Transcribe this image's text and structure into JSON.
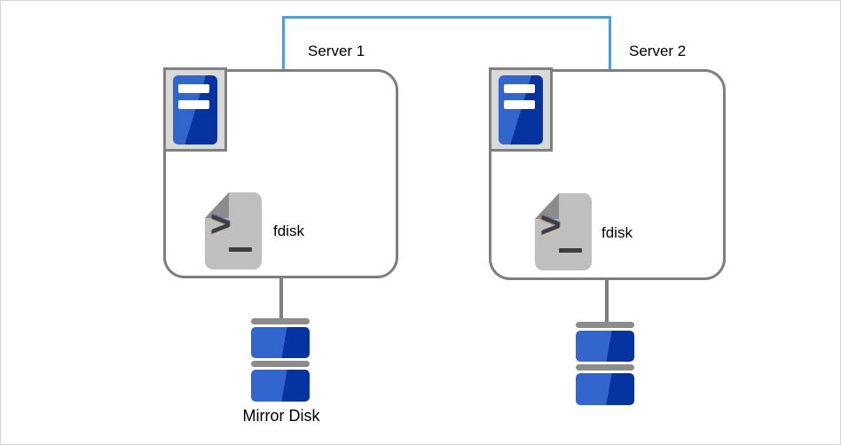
{
  "diagram": {
    "servers": [
      {
        "label": "Server 1",
        "tool_label": "fdisk"
      },
      {
        "label": "Server 2",
        "tool_label": "fdisk"
      }
    ],
    "mirror_disk_label": "Mirror Disk",
    "icons": {
      "terminal_prompt_glyph": ">",
      "server_icon": "server-tower-icon",
      "tool_icon": "terminal-file-icon",
      "disk_icon": "disk-stack-icon"
    }
  },
  "colors": {
    "connector-blue": "#5b9bd5",
    "box-border": "#7f7f7f",
    "frame-bg": "#d9d9d9",
    "frame-border": "#808080",
    "blue-light": "#3366cc",
    "blue-dark": "#0533a0",
    "doc-gray": "#bfbfbf",
    "fold-gray": "#8c8c8c",
    "bar-gray": "#8c8c8c",
    "prompt-dark": "#3e3e3e",
    "canvas-border": "#d5d5d5",
    "text": "#000000"
  }
}
